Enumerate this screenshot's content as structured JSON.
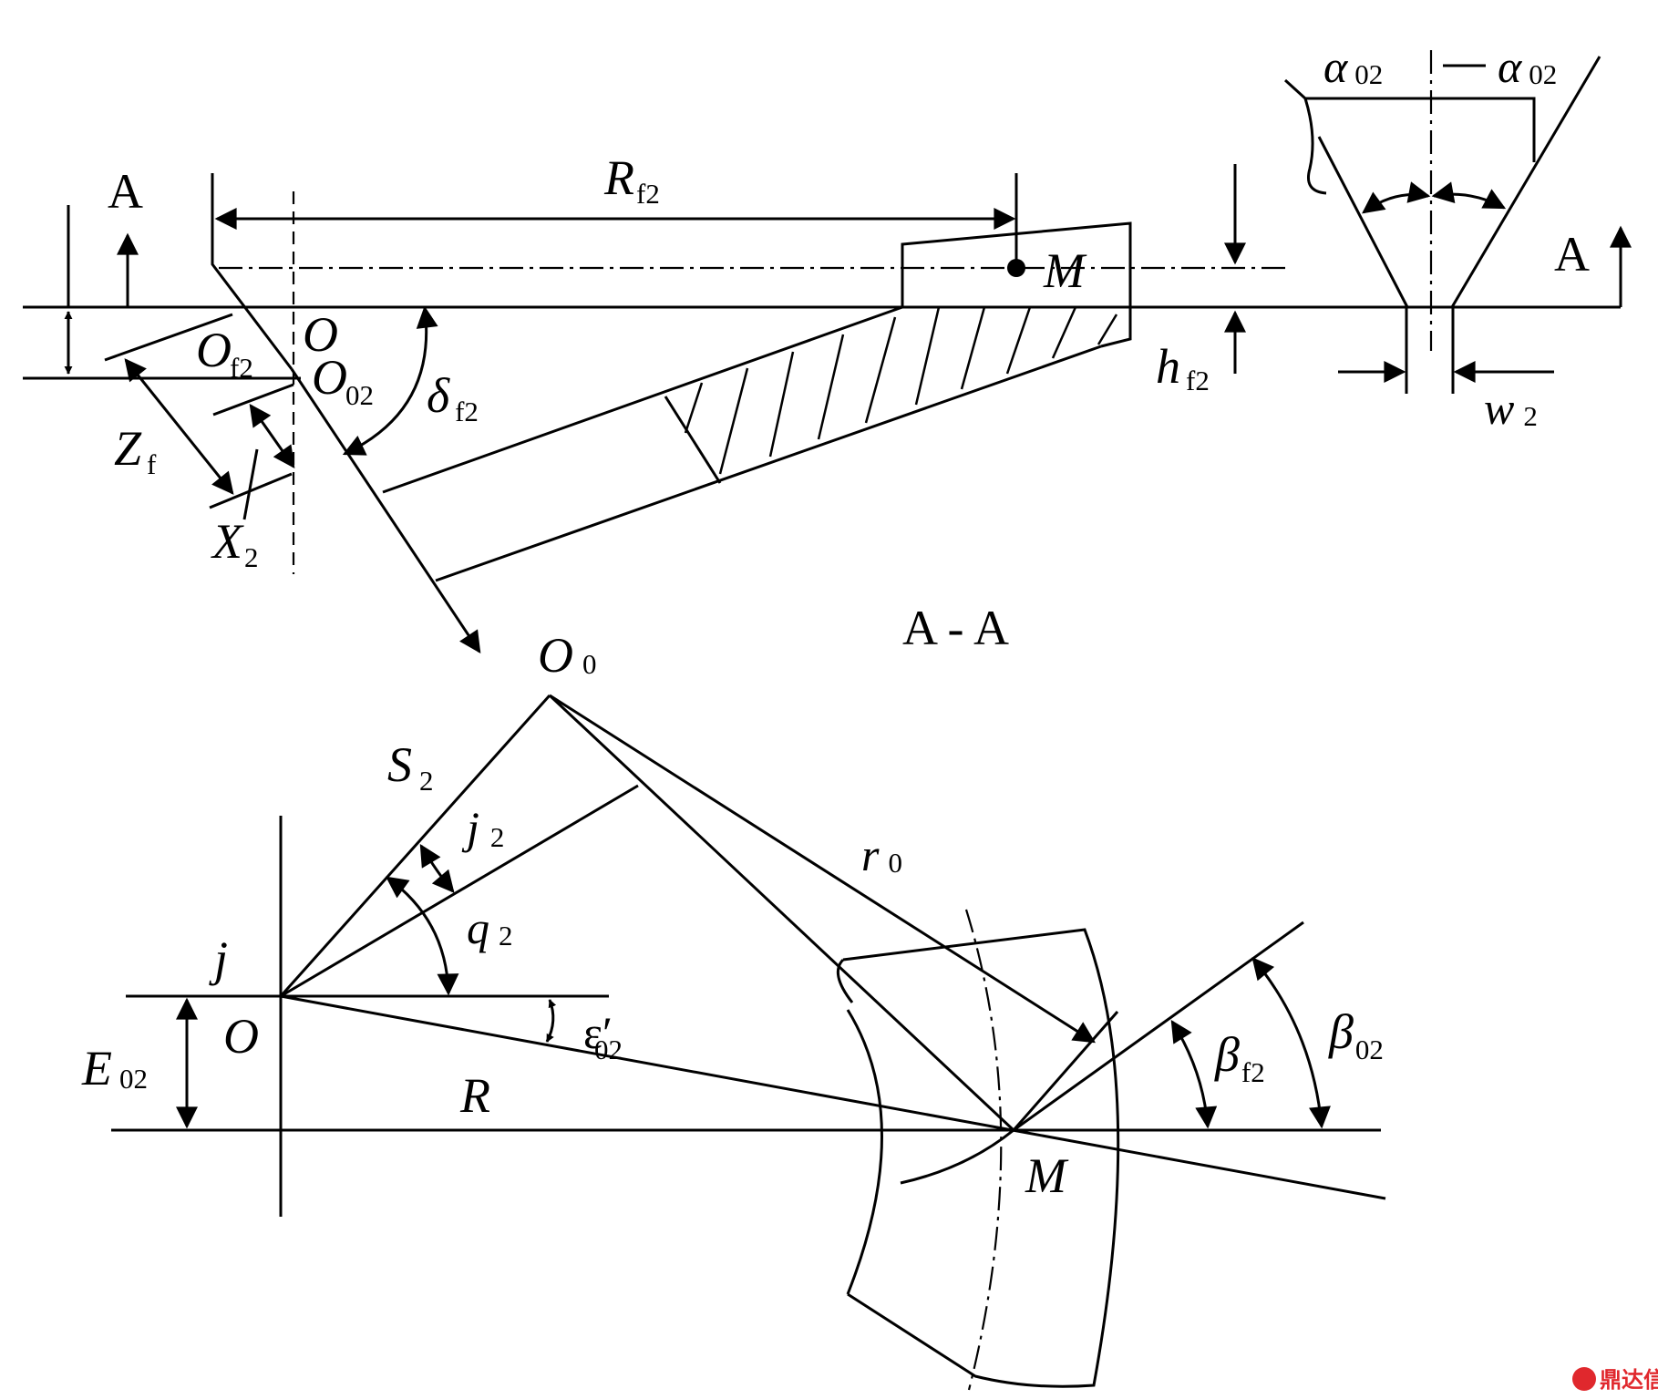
{
  "labels": {
    "A_left": "A",
    "A_right": "A",
    "section": "A - A",
    "O_top": "O",
    "Of2_main": "O",
    "Of2_sub": "f2",
    "O02_main": "O",
    "O02_sub": "02",
    "Rf2_main": "R",
    "Rf2_sub": "f2",
    "M_top": "M",
    "hf2_main": "h",
    "hf2_sub": "f2",
    "deltaf2_main": "δ",
    "deltaf2_sub": "f2",
    "Zf_main": "Z",
    "Zf_sub": "f",
    "X2_main": "X",
    "X2_sub": "2",
    "alpha_left_main": "α",
    "alpha_left_sub": "02",
    "alpha_right_main": "α",
    "alpha_right_sub": "02",
    "w2_main": "w",
    "w2_sub": "2",
    "O0_main": "O",
    "O0_sub": "0",
    "S2_main": "S",
    "S2_sub": "2",
    "j2_main": "j",
    "j2_sub": "2",
    "q2_main": "q",
    "q2_sub": "2",
    "r0_main": "r",
    "r0_sub": "0",
    "j": "j",
    "O_bottom": "O",
    "E02_main": "E",
    "E02_sub": "02",
    "eps_main": "ε′",
    "eps_sub": "02",
    "R": "R",
    "M_bottom": "M",
    "betaf2_main": "β",
    "betaf2_sub": "f2",
    "beta02_main": "β",
    "beta02_sub": "02"
  },
  "watermark": "鼎达信",
  "colors": {
    "ink": "#000000",
    "watermark": "#e0282d"
  }
}
